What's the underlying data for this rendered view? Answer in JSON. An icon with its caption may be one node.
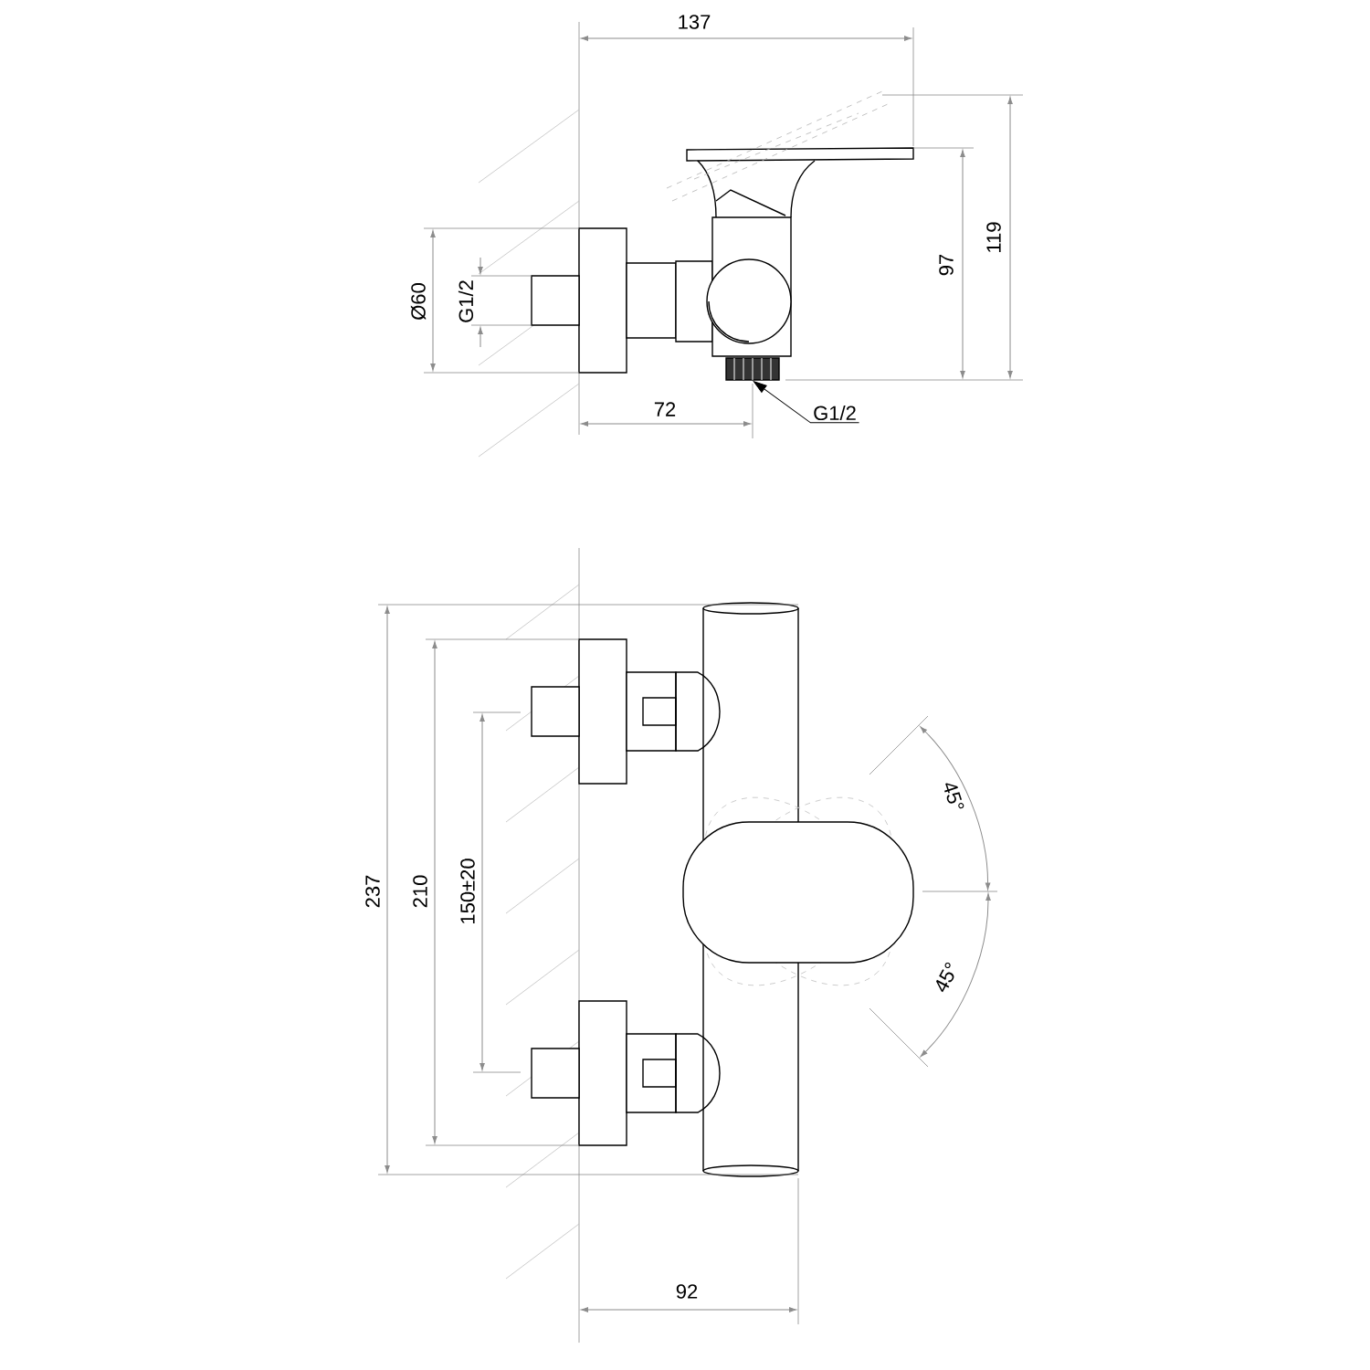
{
  "diagram": {
    "nodes": [
      {
        "text": [
          "G1/2"
        ]
      },
      {
        "text": [],
        "shape": "picture"
      }
    ],
    "edges": [
      {
        "from": 0,
        "to": 1,
        "arrow": "to"
      }
    ],
    "labels": [
      "137",
      "119",
      "97",
      "Ø60",
      "G1/2",
      "72",
      "237",
      "210",
      "150±20",
      "45°",
      "45°",
      "92"
    ]
  }
}
